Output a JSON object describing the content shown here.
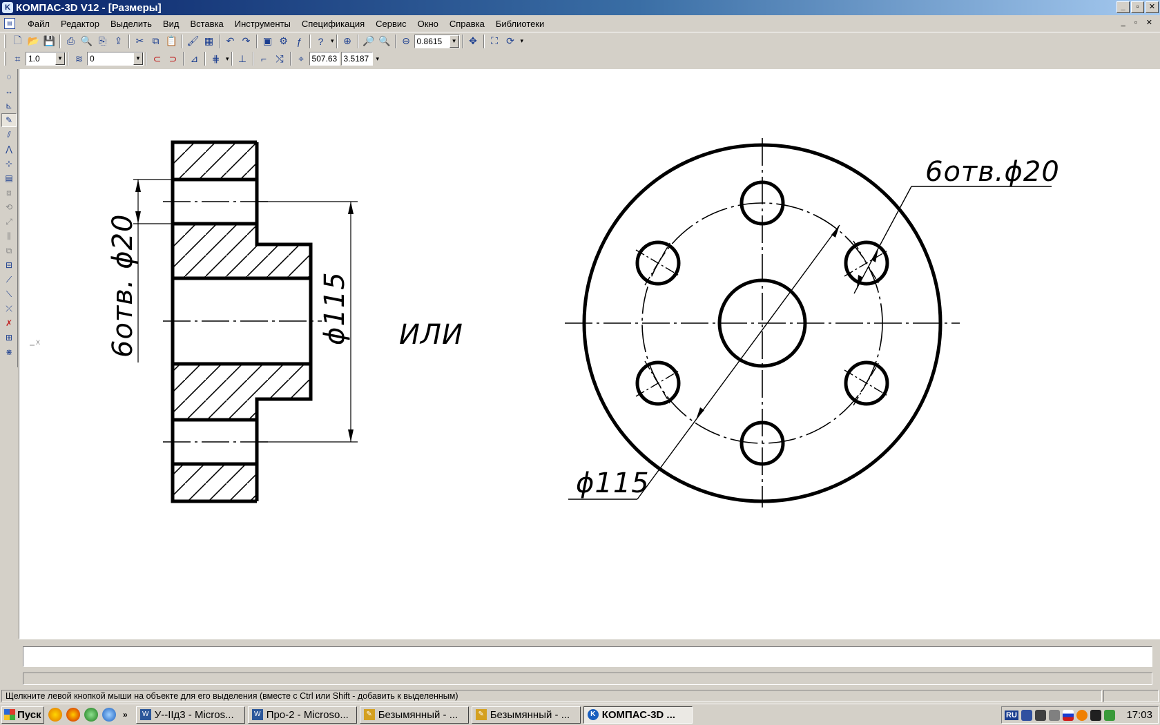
{
  "window": {
    "title": "КОМПАС-3D V12 - [Размеры]",
    "app_icon": "kompas-icon",
    "minimize": "_",
    "restore": "▫",
    "close": "✕"
  },
  "menu": {
    "items": [
      {
        "label": "Файл"
      },
      {
        "label": "Редактор"
      },
      {
        "label": "Выделить"
      },
      {
        "label": "Вид"
      },
      {
        "label": "Вставка"
      },
      {
        "label": "Инструменты"
      },
      {
        "label": "Спецификация"
      },
      {
        "label": "Сервис"
      },
      {
        "label": "Окно"
      },
      {
        "label": "Справка"
      },
      {
        "label": "Библиотеки"
      }
    ],
    "mdi_controls": "_ ▫ ✕"
  },
  "toolbar1": {
    "zoom_value": "0.8615"
  },
  "toolbar2": {
    "step_value": "1.0",
    "layer_value": "0",
    "coord_x": "507.63",
    "coord_y": "3.5187"
  },
  "drawing": {
    "label_holes_left": "6отв. ϕ20",
    "label_dia_left": "ϕ115",
    "label_or": "ИЛИ",
    "label_holes_right": "6отв.ϕ20",
    "label_dia_right": "ϕ115",
    "axis_marker": "X"
  },
  "status": {
    "hint": "Щелкните левой кнопкой мыши на объекте для его выделения (вместе с Ctrl или Shift - добавить к выделенным)"
  },
  "taskbar": {
    "start_label": "Пуск",
    "quick_launch_more": "»",
    "tasks": [
      {
        "label": "У--IIд3 - Micros..."
      },
      {
        "label": "Про-2 - Microso..."
      },
      {
        "label": "Безымянный - ..."
      },
      {
        "label": "Безымянный - ..."
      },
      {
        "label": "КОМПАС-3D ..."
      }
    ],
    "lang": "RU",
    "clock": "17:03"
  }
}
